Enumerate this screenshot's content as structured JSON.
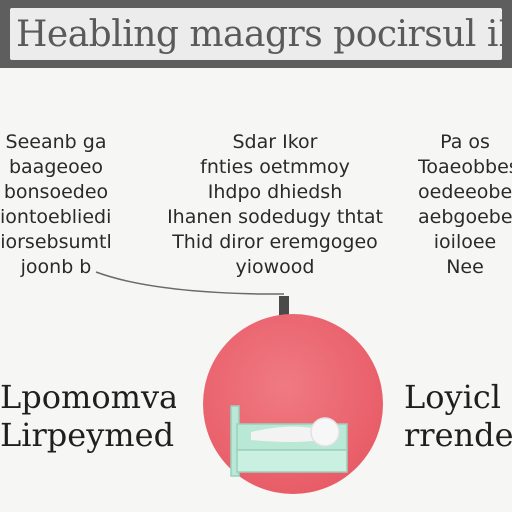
{
  "header": {
    "title": "Heabling maagrs pocirsul iLorm"
  },
  "columns": {
    "left": [
      "Seeanb ga",
      "baageoeo",
      "bonsoedeo",
      "iontoebliedig",
      "iorsebsumtl",
      "joonb b"
    ],
    "middle": [
      "Sdar Ikor",
      "fnties oetmmoy",
      "Ihdpo dhiedsh",
      "Ihanen sodedugy thtat",
      "Thid diror eremgogeo",
      "yiowood"
    ],
    "right": [
      "Pa os",
      "Toaeobbes",
      "oedeeobed",
      "aebgoebe",
      "ioiloee",
      "Nee"
    ]
  },
  "labels": {
    "left": [
      "Lpomomval",
      "Lirpeymed"
    ],
    "right": [
      "Loyicl",
      "rrendew"
    ]
  },
  "colors": {
    "header_bg": "#5e5e5e",
    "header_pill": "#ececec",
    "circle": "#e5525e",
    "bed": "#b9e8d6",
    "arrow": "#4a4a4a"
  },
  "icons": {
    "center": "patient-in-bed-icon",
    "connector": "down-arrow-icon"
  }
}
